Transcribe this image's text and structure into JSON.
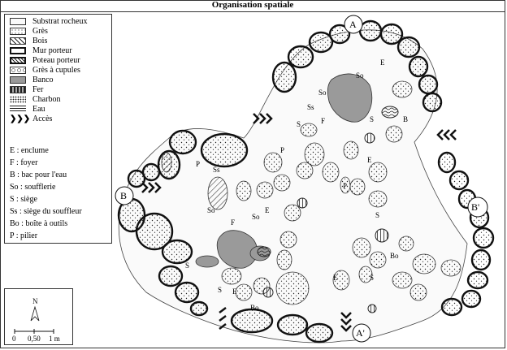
{
  "title": "Organisation spatiale",
  "legend": [
    {
      "key": "substrat",
      "label": "Substrat rocheux"
    },
    {
      "key": "gres",
      "label": "Grès"
    },
    {
      "key": "bois",
      "label": "Bois"
    },
    {
      "key": "mur",
      "label": "Mur porteur"
    },
    {
      "key": "poteau",
      "label": "Poteau porteur"
    },
    {
      "key": "cupules",
      "label": "Grès à cupules"
    },
    {
      "key": "banco",
      "label": "Banco"
    },
    {
      "key": "fer",
      "label": "Fer"
    },
    {
      "key": "charbon",
      "label": "Charbon"
    },
    {
      "key": "eau",
      "label": "Eau"
    },
    {
      "key": "acces",
      "label": "Accès"
    }
  ],
  "abbreviations": [
    "E : enclume",
    "F : foyer",
    "B : bac pour l'eau",
    "So : soufflerie",
    "S : siège",
    "Ss : siège du souffleur",
    "Bo : boîte à outils",
    "P : pilier"
  ],
  "compass": {
    "north": "N",
    "scale_0": "0",
    "scale_mid": "0,50",
    "scale_end": "1 m"
  },
  "sections": {
    "A": "A",
    "A_prime": "A'",
    "B": "B",
    "B_prime": "B'"
  },
  "plan_labels": {
    "So_top": "So",
    "So_top2": "So",
    "E_top": "E",
    "F_top": "F",
    "Ss_top": "Ss",
    "S_top": "S",
    "S_top2": "S",
    "B_top": "B",
    "P_top": "P",
    "P_left": "P",
    "Ss_left": "Ss",
    "E_mid": "E",
    "So_mid": "So",
    "So_mid2": "So",
    "S_left": "S",
    "S_left2": "S",
    "E_bot": "E",
    "Bo_bot": "Bo",
    "E_center": "E",
    "P_center": "P",
    "S_center": "S",
    "E_right": "E",
    "Bo_right": "Bo",
    "S_right": "S",
    "F_mid": "F"
  }
}
